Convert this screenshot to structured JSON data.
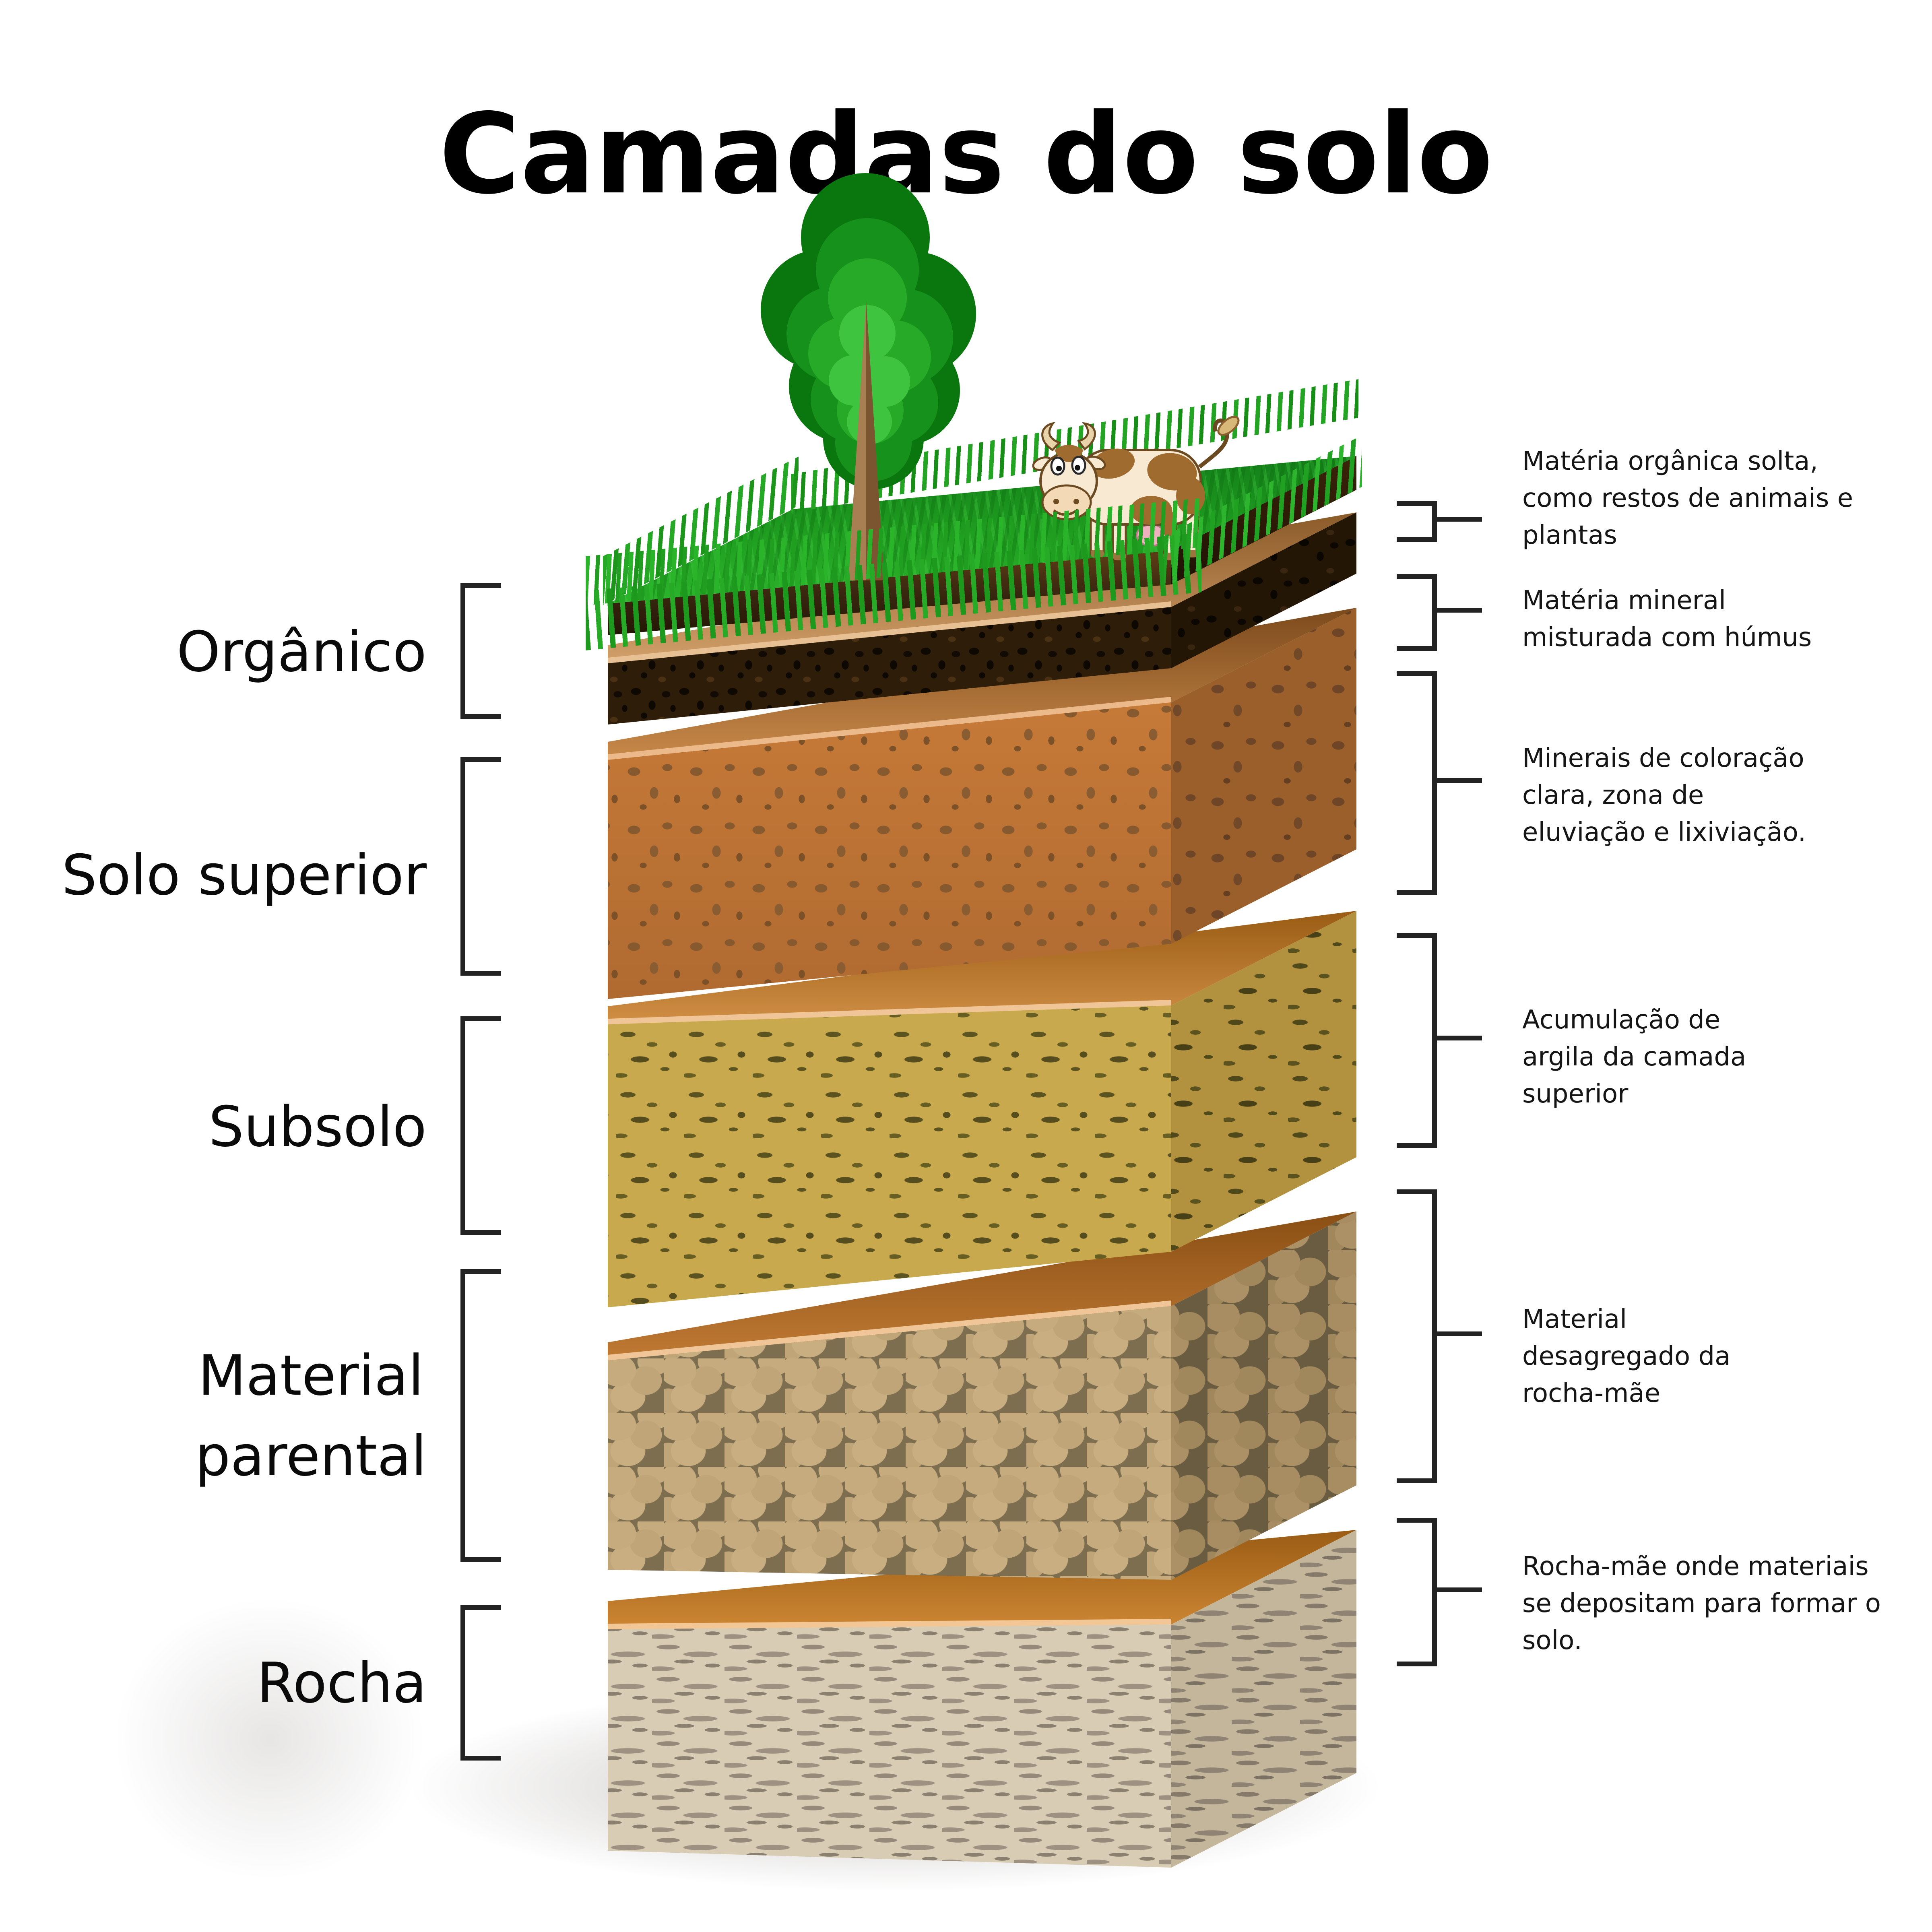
{
  "title": "Camadas do solo",
  "left_labels": [
    "Orgânico",
    "Solo superior",
    "Subsolo",
    "Material\nparental",
    "Rocha"
  ],
  "right_annotations": [
    "Matéria orgânica solta,\ncomo restos de animais e\nplantas",
    "Matéria mineral\nmisturada com húmus",
    "Minerais de coloração\nclara, zona de\neluviação e lixiviação.",
    "Acumulação de\nargila da camada\nsuperior",
    "Material\ndesagregado da\nrocha-mãe",
    "Rocha-mãe onde materiais\nse depositam para formar o\nsolo."
  ],
  "illustrations": {
    "tree": "tree-illustration",
    "cow": "cow-illustration",
    "grass": "grass-surface"
  },
  "palette": {
    "background": "#ffffff",
    "text": "#111111",
    "bracket": "#232323",
    "grass_green": "#2db52d",
    "grass_dark": "#14801a",
    "organic_front": "#3a2810",
    "humus_dark": "#2e1d08",
    "humus_top_tan": "#d2a06a",
    "topsoil_orange": "#bd7435",
    "topsoil_speckle": "#87592f",
    "subsoil_khaki": "#c9a94e",
    "subsoil_speckle": "#5c5420",
    "parent_stone": "#c5ab7d",
    "parent_gap": "#7d6e50",
    "rock_beige": "#d8cdb4",
    "rock_stripe": "#8a8070",
    "layer_top_orange": "#c07a34",
    "lip_highlight": "#f0c597",
    "tree_dark_green": "#0a760e",
    "tree_light_green": "#3fc43f",
    "trunk_brown": "#8a6137",
    "cow_cream": "#f8ead2",
    "cow_patch": "#a06b2f",
    "udder_pink": "#eeb0bc"
  }
}
